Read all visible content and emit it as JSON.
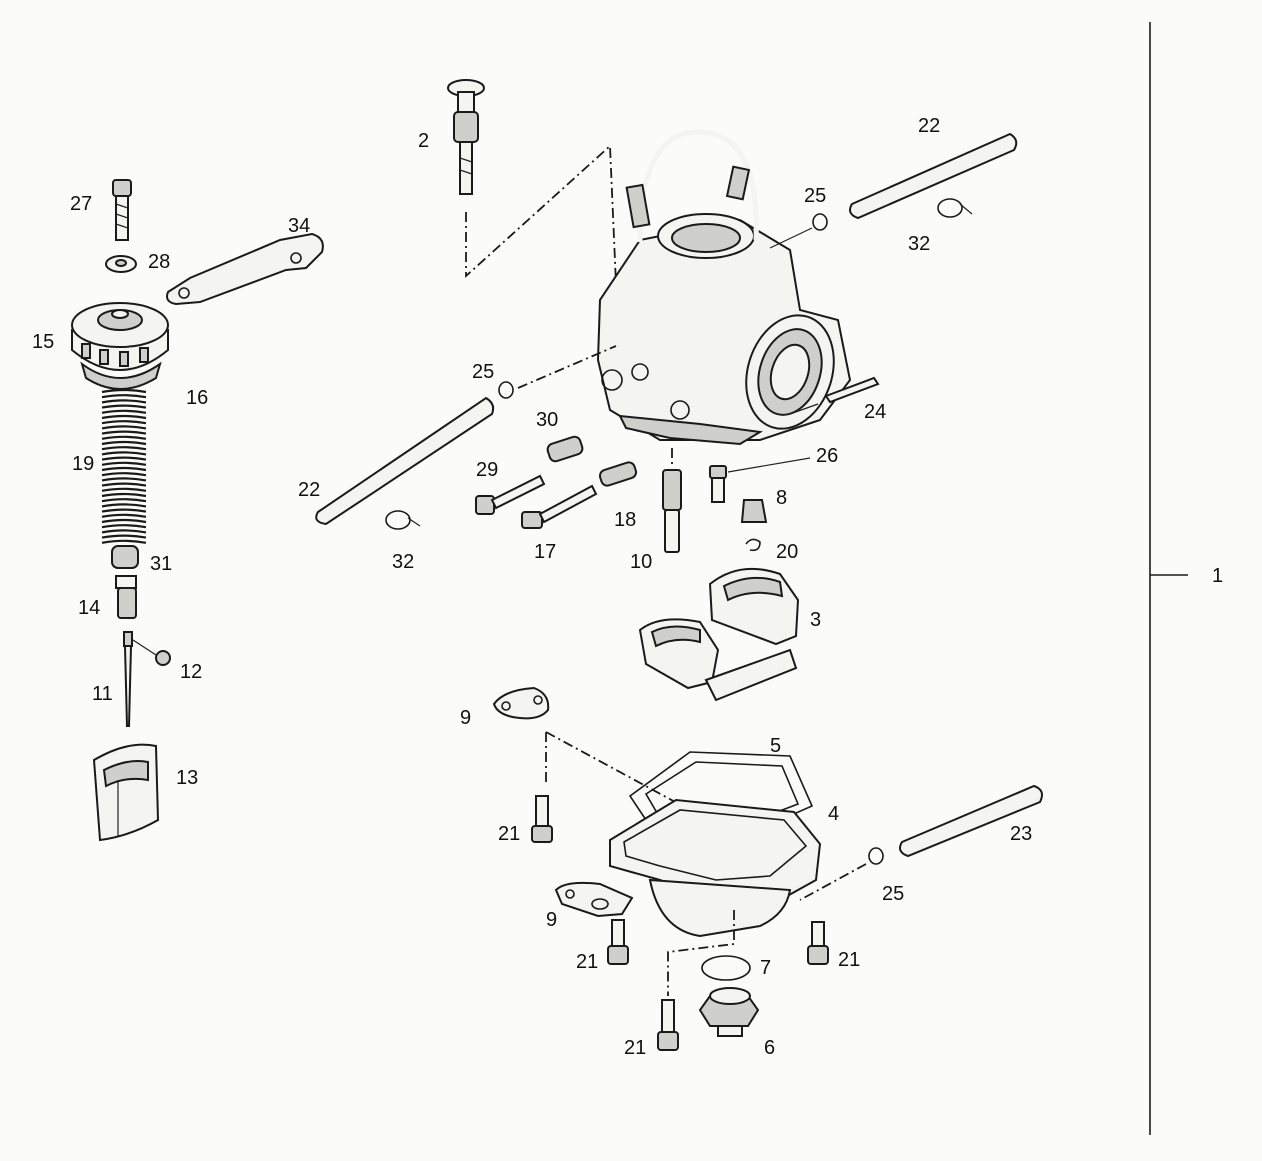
{
  "diagram": {
    "labels": [
      {
        "id": "lbl-1",
        "text": "1"
      },
      {
        "id": "lbl-2",
        "text": "2"
      },
      {
        "id": "lbl-3",
        "text": "3"
      },
      {
        "id": "lbl-4",
        "text": "4"
      },
      {
        "id": "lbl-5",
        "text": "5"
      },
      {
        "id": "lbl-6",
        "text": "6"
      },
      {
        "id": "lbl-7",
        "text": "7"
      },
      {
        "id": "lbl-8",
        "text": "8"
      },
      {
        "id": "lbl-9a",
        "text": "9"
      },
      {
        "id": "lbl-9b",
        "text": "9"
      },
      {
        "id": "lbl-10",
        "text": "10"
      },
      {
        "id": "lbl-11",
        "text": "11"
      },
      {
        "id": "lbl-12",
        "text": "12"
      },
      {
        "id": "lbl-13",
        "text": "13"
      },
      {
        "id": "lbl-14",
        "text": "14"
      },
      {
        "id": "lbl-15",
        "text": "15"
      },
      {
        "id": "lbl-16",
        "text": "16"
      },
      {
        "id": "lbl-17",
        "text": "17"
      },
      {
        "id": "lbl-18",
        "text": "18"
      },
      {
        "id": "lbl-19",
        "text": "19"
      },
      {
        "id": "lbl-20",
        "text": "20"
      },
      {
        "id": "lbl-21a",
        "text": "21"
      },
      {
        "id": "lbl-21b",
        "text": "21"
      },
      {
        "id": "lbl-21c",
        "text": "21"
      },
      {
        "id": "lbl-21d",
        "text": "21"
      },
      {
        "id": "lbl-22a",
        "text": "22"
      },
      {
        "id": "lbl-22b",
        "text": "22"
      },
      {
        "id": "lbl-23",
        "text": "23"
      },
      {
        "id": "lbl-24",
        "text": "24"
      },
      {
        "id": "lbl-25a",
        "text": "25"
      },
      {
        "id": "lbl-25b",
        "text": "25"
      },
      {
        "id": "lbl-25c",
        "text": "25"
      },
      {
        "id": "lbl-26",
        "text": "26"
      },
      {
        "id": "lbl-27",
        "text": "27"
      },
      {
        "id": "lbl-28",
        "text": "28"
      },
      {
        "id": "lbl-29",
        "text": "29"
      },
      {
        "id": "lbl-30",
        "text": "30"
      },
      {
        "id": "lbl-31",
        "text": "31"
      },
      {
        "id": "lbl-32a",
        "text": "32"
      },
      {
        "id": "lbl-32b",
        "text": "32"
      },
      {
        "id": "lbl-34",
        "text": "34"
      }
    ]
  }
}
